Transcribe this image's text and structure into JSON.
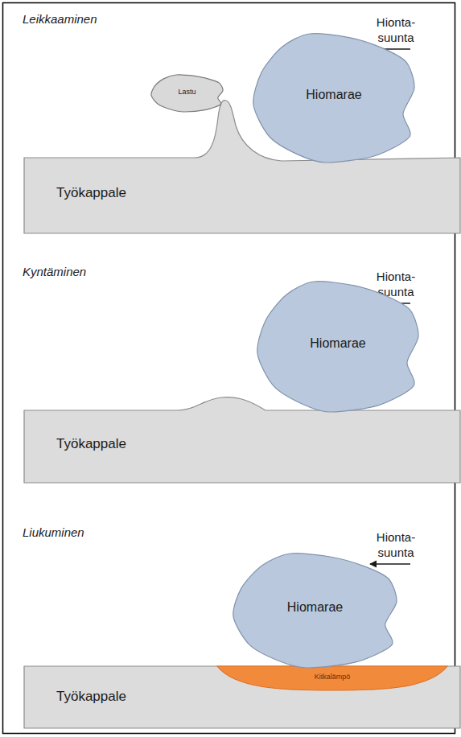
{
  "diagram": {
    "nodes": [
      {
        "text": [
          "Lastu"
        ]
      },
      {
        "text": [
          "Hiomarae"
        ]
      },
      {
        "text": [
          "Työkappale"
        ]
      },
      {
        "text": [
          "Hiomarae"
        ]
      },
      {
        "text": [
          "Työkappale"
        ]
      },
      {
        "text": [
          "Hiomarae"
        ]
      },
      {
        "text": [
          "Työkappale"
        ]
      },
      {
        "text": [
          "Kitkalämpö"
        ],
        "in": 6
      }
    ],
    "labels": [
      "Leikkaaminen",
      "Hionta- suunta",
      "Kyntäminen",
      "Hionta- suunta",
      "Liukuminen",
      "Hionta- suunta"
    ]
  }
}
